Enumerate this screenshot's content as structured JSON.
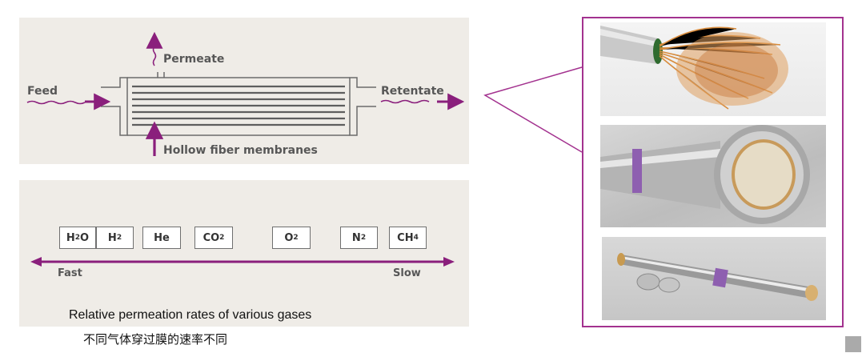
{
  "diagram": {
    "labels": {
      "feed": "Feed",
      "permeate": "Permeate",
      "retentate": "Retentate",
      "hollow_fiber": "Hollow fiber membranes"
    },
    "gases": [
      {
        "base": "H",
        "sub": "2",
        "tail": "O"
      },
      {
        "base": "H",
        "sub": "2",
        "tail": ""
      },
      {
        "base": "He",
        "sub": "",
        "tail": ""
      },
      {
        "base": "CO",
        "sub": "2",
        "tail": ""
      },
      {
        "base": "O",
        "sub": "2",
        "tail": ""
      },
      {
        "base": "N",
        "sub": "2",
        "tail": ""
      },
      {
        "base": "CH",
        "sub": "4",
        "tail": ""
      }
    ],
    "scale": {
      "fast": "Fast",
      "slow": "Slow"
    },
    "caption_en": "Relative permeation rates of various gases",
    "caption_cn": "不同气体穿过膜的速率不同"
  },
  "colors": {
    "accent": "#8a1f7c",
    "frame": "#a3328f",
    "panel_bg": "#efece7",
    "fiber": "#6b6b6b"
  },
  "photos": [
    {
      "subject": "hollow-fiber-bundle"
    },
    {
      "subject": "membrane-module-end-view"
    },
    {
      "subject": "membrane-module-assembly"
    }
  ]
}
